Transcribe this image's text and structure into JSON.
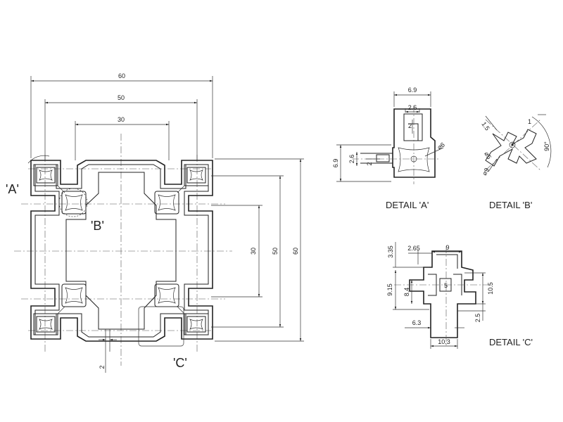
{
  "main_view": {
    "dims": {
      "top_60": "60",
      "top_50": "50",
      "top_30": "30",
      "right_30": "30",
      "right_50": "50",
      "right_60": "60",
      "bottom_2": "2"
    },
    "callouts": {
      "a": "'A'",
      "b": "'B'",
      "c": "'C'"
    }
  },
  "detail_a": {
    "label": "DETAIL 'A'",
    "dims": {
      "w_6_9": "6.9",
      "w_2_6": "2.6",
      "d_2_top": "2",
      "h_6_9": "6.9",
      "h_2_6": "2.6",
      "d_2_side": "2",
      "dia_6": "⌀6"
    }
  },
  "detail_b": {
    "label": "DETAIL 'B'",
    "dims": {
      "d_1_5": "1.5",
      "d_1": "1",
      "dia_5": "⌀5",
      "dia_9": "⌀9",
      "angle_90": "90°"
    }
  },
  "detail_c": {
    "label": "DETAIL 'C'",
    "dims": {
      "v_3_35": "3.35",
      "h_2_65": "2.65",
      "h_9": "9",
      "v_9_15": "9.15",
      "v_8_4": "8.4",
      "v_5": "5",
      "v_10_5": "10.5",
      "v_2_5": "2.5",
      "h_6_3": "6.3",
      "h_10_3": "10.3"
    }
  }
}
